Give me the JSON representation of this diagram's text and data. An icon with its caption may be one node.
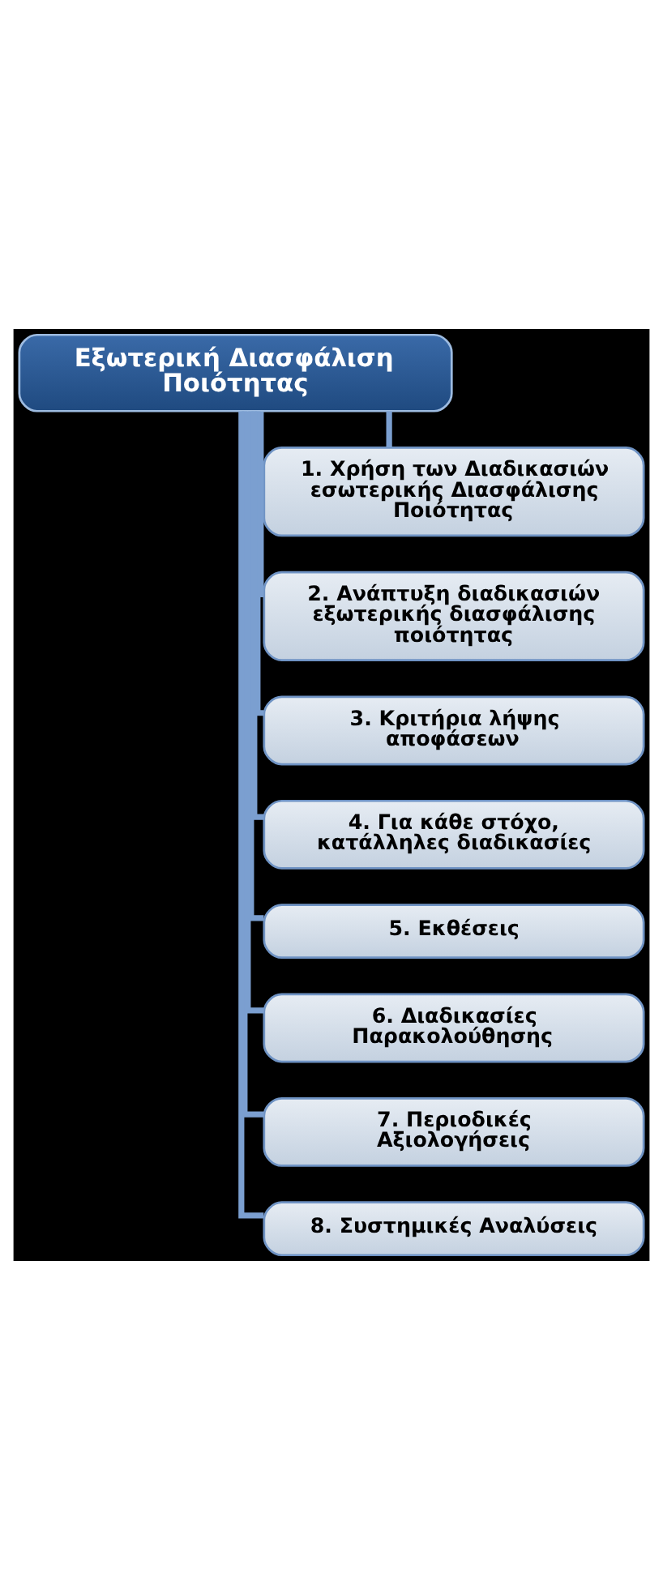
{
  "diagram": {
    "nodes": [
      {
        "text": [
          "Εξωτερική Διασφάλιση Ποιότητας"
        ]
      },
      {
        "text": [
          "1. Χρήση των Διαδικασιών εσωτερικής Διασφάλισης Ποιότητας"
        ]
      },
      {
        "text": [
          "2. Ανάπτυξη διαδικασιών εξωτερικής διασφάλισης ποιότητας"
        ]
      },
      {
        "text": [
          "3. Κριτήρια λήψης αποφάσεων"
        ]
      },
      {
        "text": [
          "4. Για κάθε στόχο, κατάλληλες διαδικασίες"
        ]
      },
      {
        "text": [
          "5. Εκθέσεις"
        ]
      },
      {
        "text": [
          "6. Διαδικασίες Παρακολούθησης"
        ]
      },
      {
        "text": [
          "7. Περιοδικές Αξιολογήσεις"
        ]
      },
      {
        "text": [
          "8. Συστημικές Αναλύσεις"
        ]
      }
    ],
    "edges": [
      {
        "from": 0,
        "to": 1,
        "arrow": "none"
      },
      {
        "from": 0,
        "to": 2,
        "arrow": "none"
      },
      {
        "from": 0,
        "to": 3,
        "arrow": "none"
      },
      {
        "from": 0,
        "to": 4,
        "arrow": "none"
      },
      {
        "from": 0,
        "to": 5,
        "arrow": "none"
      },
      {
        "from": 0,
        "to": 6,
        "arrow": "none"
      },
      {
        "from": 0,
        "to": 7,
        "arrow": "none"
      },
      {
        "from": 0,
        "to": 8,
        "arrow": "none"
      }
    ]
  }
}
